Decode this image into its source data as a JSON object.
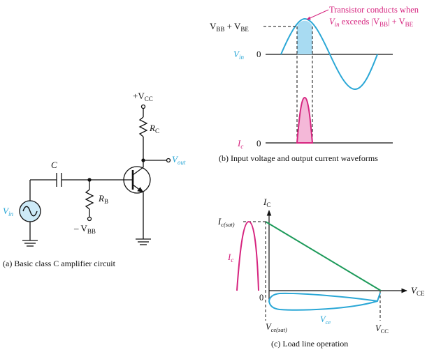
{
  "colors": {
    "wire": "#111111",
    "vin": "#2aa7d6",
    "ic": "#d6247f",
    "shade_blue": "#a8dbf2",
    "shade_pink": "#f4b8d8",
    "load_line": "#1d9a5a"
  },
  "circuit": {
    "vcc": "+V",
    "vcc_sub": "CC",
    "rc": "R",
    "rc_sub": "C",
    "vout": "V",
    "vout_sub": "out",
    "cap": "C",
    "rb": "R",
    "rb_sub": "B",
    "vbb": "– V",
    "vbb_sub": "BB",
    "vin": "V",
    "vin_sub": "in",
    "caption": "(a) Basic class C amplifier circuit"
  },
  "waveforms": {
    "annotation_line1": "Transistor conducts when",
    "annotation_line2_a": "V",
    "annotation_line2_sub": "in",
    "annotation_line2_b": " exceeds |V",
    "annotation_line2_sub2": "BB",
    "annotation_line2_c": "| + V",
    "annotation_line2_sub3": "BE",
    "vbb_label": "V",
    "vbb_sub": "BB",
    "vbe_plus": " + V",
    "vbe_sub": "BE",
    "vin_label": "V",
    "vin_sub": "in",
    "zero_top": "0",
    "ic_label": "I",
    "ic_sub": "c",
    "zero_bottom": "0",
    "caption": "(b) Input voltage and output current waveforms"
  },
  "loadline": {
    "ic_axis": "I",
    "ic_axis_sub": "C",
    "icsat": "I",
    "icsat_sub": "c(sat)",
    "ic_curve": "I",
    "ic_curve_sub": "c",
    "vce_axis": "V",
    "vce_axis_sub": "CE",
    "zero": "0",
    "vcesat": "V",
    "vcesat_sub": "ce(sat)",
    "vce_curve": "V",
    "vce_curve_sub": "ce",
    "vcc": "V",
    "vcc_sub": "CC",
    "caption": "(c) Load line operation"
  }
}
